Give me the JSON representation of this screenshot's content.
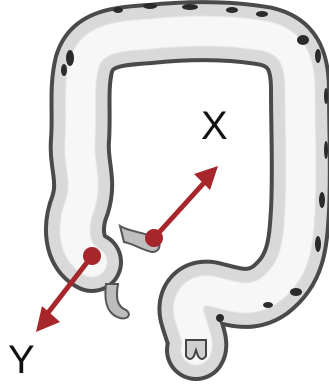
{
  "labels": {
    "x": "X",
    "y": "Y"
  },
  "colors": {
    "arrow": "#a6262b",
    "colon_fill": "#ececec",
    "colon_edge": "#555555",
    "haustra_dark": "#2b2b2b",
    "label": "#111111"
  },
  "icons": {
    "colon": "large-intestine-illustration",
    "arrow_x": "arrow-up-right",
    "arrow_y": "arrow-down-left"
  }
}
